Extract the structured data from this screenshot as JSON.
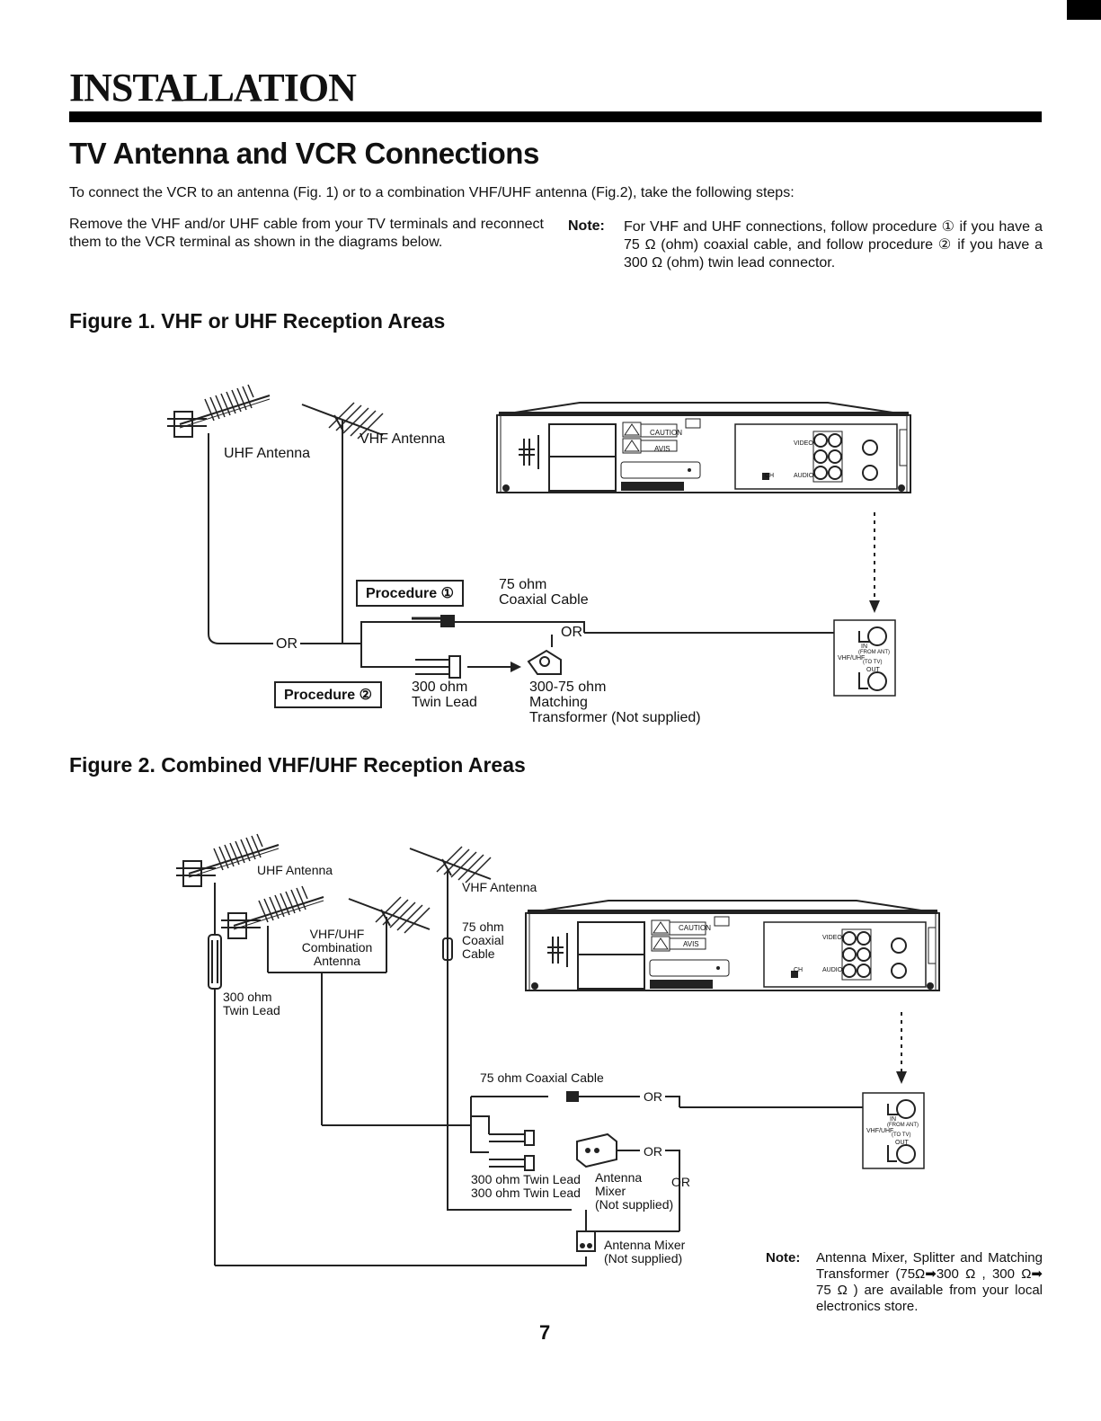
{
  "header": {
    "section_title": "INSTALLATION",
    "page_title": "TV Antenna and VCR Connections"
  },
  "intro": "To connect the VCR to an antenna (Fig. 1) or to a combination VHF/UHF antenna (Fig.2), take the following steps:",
  "instructions": "Remove the VHF and/or UHF cable from your TV terminals and reconnect them to the VCR terminal as shown in the diagrams below.",
  "note_top": {
    "label": "Note:",
    "text": "For VHF and UHF connections, follow procedure ① if you have a 75 Ω (ohm) coaxial cable, and follow procedure ② if you have a 300 Ω (ohm) twin lead connector."
  },
  "figure1": {
    "title": "Figure 1. VHF or UHF Reception Areas",
    "uhf_antenna": "UHF Antenna",
    "vhf_antenna": "VHF Antenna",
    "procedure1": "Procedure ①",
    "procedure2": "Procedure ②",
    "coax_line1": "75 ohm",
    "coax_line2": "Coaxial Cable",
    "or_left": "OR",
    "or_mid": "OR",
    "twin_line1": "300 ohm",
    "twin_line2": "Twin Lead",
    "transformer_line1": "300-75 ohm",
    "transformer_line2": "Matching",
    "transformer_line3": "Transformer (Not supplied)"
  },
  "figure2": {
    "title": "Figure 2. Combined VHF/UHF Reception Areas",
    "uhf_antenna": "UHF Antenna",
    "vhf_antenna": "VHF Antenna",
    "combo_line1": "VHF/UHF",
    "combo_line2": "Combination",
    "combo_line3": "Antenna",
    "coax_line1": "75 ohm",
    "coax_line2": "Coaxial",
    "coax_line3": "Cable",
    "twin_line1": "300 ohm",
    "twin_line2": "Twin Lead",
    "coax_cable": "75 ohm Coaxial Cable",
    "or_a": "OR",
    "or_b": "OR",
    "or_c": "OR",
    "twin_a": "300 ohm Twin Lead",
    "twin_b": "300 ohm Twin Lead",
    "mixer1_line1": "Antenna",
    "mixer1_line2": "Mixer",
    "mixer1_line3": "(Not supplied)",
    "mixer2_line1": "Antenna Mixer",
    "mixer2_line2": "(Not supplied)"
  },
  "vcr": {
    "caution": "CAUTION",
    "avis": "AVIS",
    "video": "VIDEO",
    "audio": "AUDIO",
    "ch": "CH",
    "in": "IN",
    "out": "OUT",
    "vhf_uhf": "VHF/UHF",
    "from_ant": "(FROM ANT)",
    "to_tv": "(TO TV)"
  },
  "note_bottom": {
    "label": "Note:",
    "text": "Antenna Mixer, Splitter and Matching Transformer (75Ω➡300 Ω , 300 Ω➡ 75 Ω ) are available from your local electronics store."
  },
  "page_number": "7"
}
